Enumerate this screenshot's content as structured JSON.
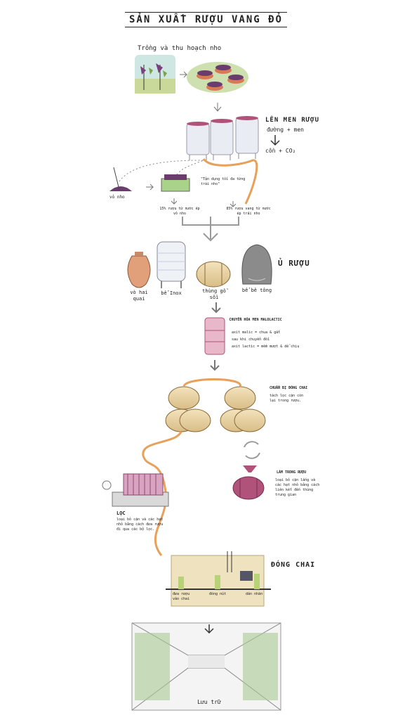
{
  "title": "SẢN XUẤT RƯỢU VANG ĐỎ",
  "harvest": {
    "label": "Trồng và thu hoạch nho"
  },
  "fermentation": {
    "heading": "LÊN MEN RƯỢU",
    "line1": "đường + men",
    "line2": "cồn + CO₂"
  },
  "pomace": {
    "label": "vỏ nho",
    "note": "\"Tận dụng tối đa từng trái nho\"",
    "left_note": "15% rượu từ nước ép vỏ nho",
    "right_note": "85% rượu vang từ nước ép trái nho"
  },
  "aging": {
    "heading": "Ủ RƯỢU",
    "vessels": [
      "vò hai quai",
      "bể Inox",
      "thùng gỗ sồi",
      "bể bê tông"
    ]
  },
  "malolactic": {
    "heading": "CHUYỂN HÓA MEN MALOLACTIC",
    "line1": "axit malic = chua & gắt",
    "line2": "sau khi chuyển đổi",
    "line3": "axit lactic = mềm mượt & dễ chịu"
  },
  "prep": {
    "heading": "CHUẨN BỊ ĐÓNG CHAI",
    "text": "tách lọc cặn còn lại trong rượu."
  },
  "fining": {
    "heading": "LÀM TRONG RƯỢU",
    "text": "loại bỏ cặn lắng và các hạt nhỏ bằng cách liên kết đến thùng trung gian"
  },
  "filter": {
    "heading": "LỌC",
    "text": "loại bỏ cặn và các hạt nhỏ bằng cách đưa rượu đi qua các bộ lọc."
  },
  "bottling": {
    "heading": "ĐÓNG CHAI",
    "steps": [
      "đưa rượu vào chai",
      "đóng nút",
      "dán nhãn"
    ]
  },
  "storage": {
    "label": "Lưu trữ"
  },
  "colors": {
    "wine": "#b0527a",
    "pipe": "#e8a05a",
    "barrel": "#e6cf9e",
    "grape": "#6b3c6e"
  }
}
